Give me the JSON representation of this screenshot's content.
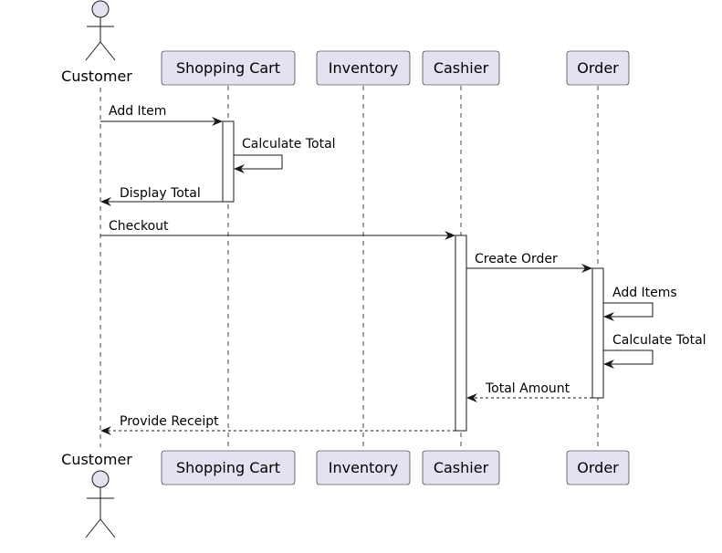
{
  "diagram": {
    "participants": [
      {
        "id": "customer",
        "label": "Customer",
        "kind": "actor"
      },
      {
        "id": "cart",
        "label": "Shopping Cart",
        "kind": "box"
      },
      {
        "id": "inventory",
        "label": "Inventory",
        "kind": "box"
      },
      {
        "id": "cashier",
        "label": "Cashier",
        "kind": "box"
      },
      {
        "id": "order",
        "label": "Order",
        "kind": "box"
      }
    ],
    "messages": [
      {
        "id": "m1",
        "from": "customer",
        "to": "cart",
        "label": "Add Item",
        "style": "solid"
      },
      {
        "id": "m2",
        "from": "cart",
        "to": "cart",
        "label": "Calculate Total",
        "style": "self"
      },
      {
        "id": "m3",
        "from": "cart",
        "to": "customer",
        "label": "Display Total",
        "style": "solid"
      },
      {
        "id": "m4",
        "from": "customer",
        "to": "cashier",
        "label": "Checkout",
        "style": "solid"
      },
      {
        "id": "m5",
        "from": "cashier",
        "to": "order",
        "label": "Create Order",
        "style": "solid"
      },
      {
        "id": "m6",
        "from": "order",
        "to": "order",
        "label": "Add Items",
        "style": "self"
      },
      {
        "id": "m7",
        "from": "order",
        "to": "order",
        "label": "Calculate Total",
        "style": "self"
      },
      {
        "id": "m8",
        "from": "order",
        "to": "cashier",
        "label": "Total Amount",
        "style": "dashed"
      },
      {
        "id": "m9",
        "from": "cashier",
        "to": "customer",
        "label": "Provide Receipt",
        "style": "dashed"
      }
    ],
    "colors": {
      "box_fill": "#e2e2f0",
      "box_stroke": "#181818",
      "actor_fill": "#e2e2f0",
      "line": "#181818",
      "activation_fill": "#ffffff"
    }
  }
}
